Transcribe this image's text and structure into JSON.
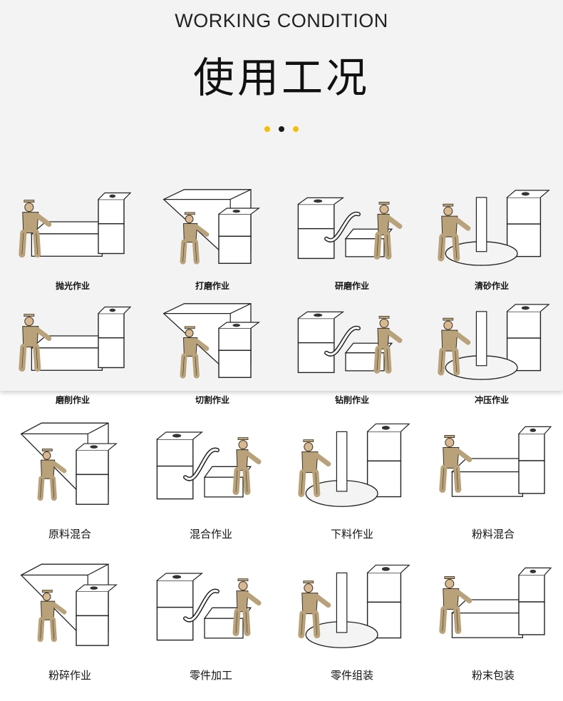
{
  "header": {
    "subtitle": "WORKING CONDITION",
    "title": "使用工况",
    "dot_colors": [
      "#f2c000",
      "#1a1a1a",
      "#f2c000"
    ]
  },
  "top_grid": {
    "items": [
      {
        "label": "抛光作业",
        "icon": "polishing-station-icon"
      },
      {
        "label": "打磨作业",
        "icon": "grinding-booth-icon"
      },
      {
        "label": "研磨作业",
        "icon": "lapping-station-icon"
      },
      {
        "label": "清砂作业",
        "icon": "sand-cleaning-booth-icon"
      },
      {
        "label": "磨削作业",
        "icon": "grinding-machine-icon"
      },
      {
        "label": "切割作业",
        "icon": "cutting-station-icon"
      },
      {
        "label": "钻削作业",
        "icon": "drill-press-icon"
      },
      {
        "label": "冲压作业",
        "icon": "stamping-press-icon"
      }
    ]
  },
  "bottom_grid": {
    "items": [
      {
        "label": "原料混合",
        "icon": "raw-material-mixer-icon"
      },
      {
        "label": "混合作业",
        "icon": "mixing-machine-icon"
      },
      {
        "label": "下料作业",
        "icon": "feeding-station-icon"
      },
      {
        "label": "粉料混合",
        "icon": "powder-mixer-icon"
      },
      {
        "label": "粉碎作业",
        "icon": "crusher-icon"
      },
      {
        "label": "零件加工",
        "icon": "parts-machining-icon"
      },
      {
        "label": "零件组装",
        "icon": "parts-assembly-icon"
      },
      {
        "label": "粉末包装",
        "icon": "powder-packaging-icon"
      }
    ]
  }
}
